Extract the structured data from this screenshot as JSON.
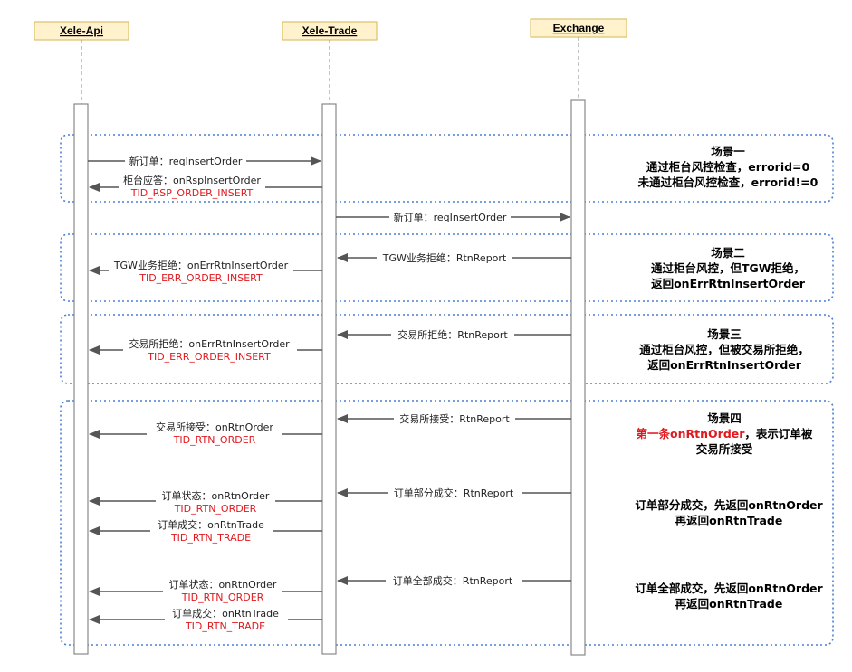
{
  "lifelines": {
    "api": "Xele-Api",
    "trade": "Xele-Trade",
    "exchange": "Exchange"
  },
  "messages": {
    "m1": "新订单：reqInsertOrder",
    "m2": "柜台应答：onRspInsertOrder",
    "m2_tid": "TID_RSP_ORDER_INSERT",
    "m3": "新订单：reqInsertOrder",
    "m4": "TGW业务拒绝：RtnReport",
    "m5": "TGW业务拒绝：onErrRtnInsertOrder",
    "m5_tid": "TID_ERR_ORDER_INSERT",
    "m6": "交易所拒绝：RtnReport",
    "m7": "交易所拒绝：onErrRtnInsertOrder",
    "m7_tid": "TID_ERR_ORDER_INSERT",
    "m8": "交易所接受：RtnReport",
    "m9": "交易所接受：onRtnOrder",
    "m9_tid": "TID_RTN_ORDER",
    "m10": "订单部分成交：RtnReport",
    "m11": "订单状态：onRtnOrder",
    "m11_tid": "TID_RTN_ORDER",
    "m12": "订单成交：onRtnTrade",
    "m12_tid": "TID_RTN_TRADE",
    "m13": "订单全部成交：RtnReport",
    "m14": "订单状态：onRtnOrder",
    "m14_tid": "TID_RTN_ORDER",
    "m15": "订单成交：onRtnTrade",
    "m15_tid": "TID_RTN_TRADE"
  },
  "scenes": {
    "s1_title": "场景一",
    "s1_line1": "通过柜台风控检查，errorid=0",
    "s1_line2": "未通过柜台风控检查，errorid!=0",
    "s2_title": "场景二",
    "s2_line1": "通过柜台风控，但TGW拒绝，",
    "s2_line2": "返回onErrRtnInsertOrder",
    "s3_title": "场景三",
    "s3_line1": "通过柜台风控，但被交易所拒绝，",
    "s3_line2": "返回onErrRtnInsertOrder",
    "s4_title": "场景四",
    "s4_line1_red": "第一条onRtnOrder",
    "s4_line1_rest": "，表示订单被",
    "s4_line2": "交易所接受",
    "s4_part_line1": "订单部分成交，先返回onRtnOrder",
    "s4_part_line2": "再返回onRtnTrade",
    "s4_full_line1": "订单全部成交，先返回onRtnOrder",
    "s4_full_line2": "再返回onRtnTrade"
  },
  "colors": {
    "lifeline_header_fill": "#fff2cc",
    "lifeline_header_stroke": "#d6b656",
    "frame_stroke": "#4a7fd0",
    "arrow": "#555555",
    "tid_red": "#e0191e"
  }
}
